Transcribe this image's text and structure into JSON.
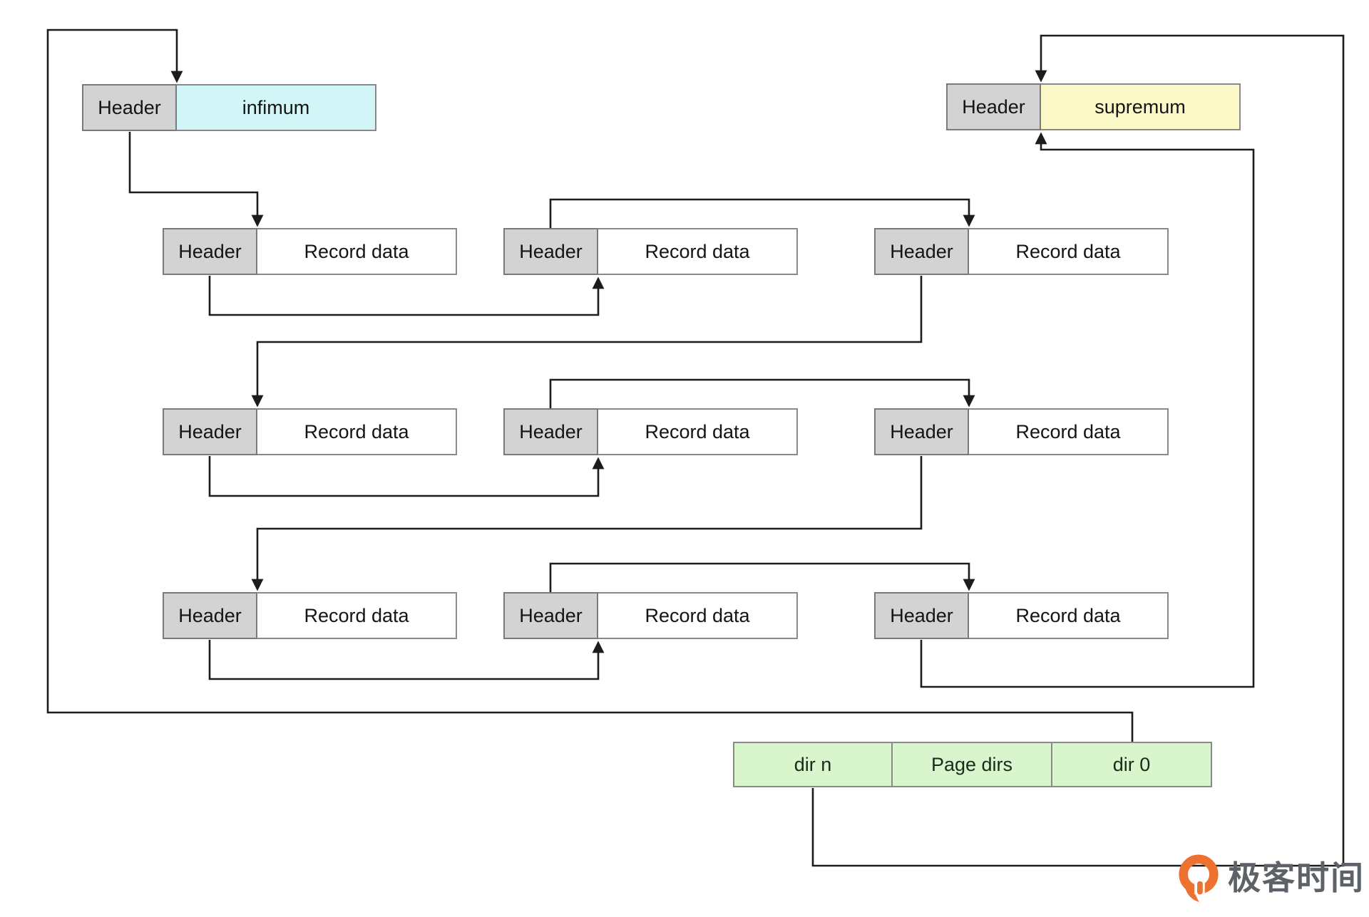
{
  "diagram": {
    "infimum": {
      "header_label": "Header",
      "value": "infimum"
    },
    "supremum": {
      "header_label": "Header",
      "value": "supremum"
    },
    "records": [
      {
        "header_label": "Header",
        "value": "Record data"
      },
      {
        "header_label": "Header",
        "value": "Record data"
      },
      {
        "header_label": "Header",
        "value": "Record data"
      },
      {
        "header_label": "Header",
        "value": "Record data"
      },
      {
        "header_label": "Header",
        "value": "Record data"
      },
      {
        "header_label": "Header",
        "value": "Record data"
      },
      {
        "header_label": "Header",
        "value": "Record data"
      },
      {
        "header_label": "Header",
        "value": "Record data"
      },
      {
        "header_label": "Header",
        "value": "Record data"
      }
    ],
    "page_directory": {
      "cells": [
        {
          "label": "dir n"
        },
        {
          "label": "Page dirs"
        },
        {
          "label": "dir 0"
        }
      ]
    },
    "branding": {
      "logo_icon": "geektime-orange-pin",
      "logo_text": "极客时间"
    },
    "colors": {
      "header_fill": "#d3d3d3",
      "infimum_fill": "#d2f6f7",
      "supremum_fill": "#fbf9c8",
      "record_fill": "#ffffff",
      "dir_fill": "#d8f5cb",
      "line": "#1c1c1c",
      "logo_orange": "#ed7231",
      "logo_text_color": "#5d6268"
    }
  }
}
